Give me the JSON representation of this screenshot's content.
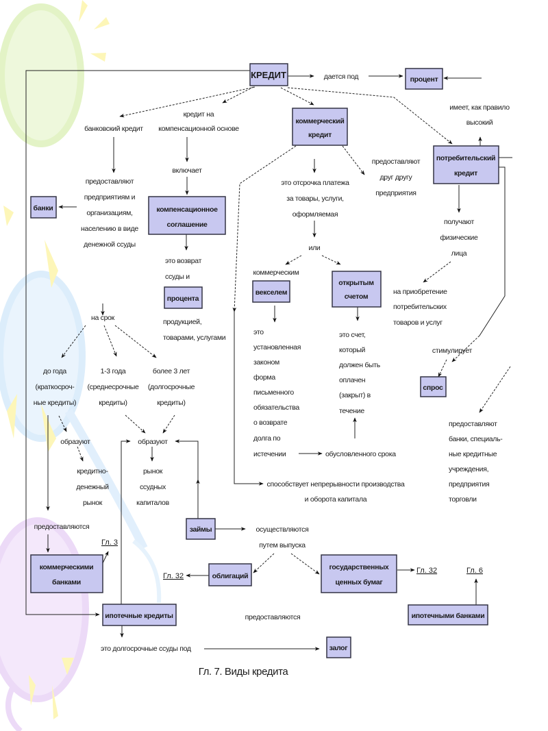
{
  "diagram": {
    "caption": "Гл. 7. Виды кредита",
    "colors": {
      "box_fill": "#c8c8f0",
      "box_stroke": "#333344",
      "line": "#222222",
      "bg_balloon_green": "#eef8dc",
      "bg_balloon_blue": "#e6f2fc",
      "bg_balloon_purple": "#f3e6fa",
      "bg_ray_yellow": "#fdf6b8"
    },
    "boxes": {
      "kredit": "КРЕДИТ",
      "procent": "процент",
      "kommercheskiy": [
        "коммерческий",
        "кредит"
      ],
      "potrebitelskiy": [
        "потребительский",
        "кредит"
      ],
      "banki": "банки",
      "kompensacionnoe": [
        "компенсационное",
        "соглашение"
      ],
      "procenta": "процента",
      "vekselem": "векселем",
      "otkrytym": [
        "открытым",
        "счетом"
      ],
      "spros": "спрос",
      "zaymy": "займы",
      "kommercheskimi_bankami": [
        "коммерческими",
        "банками"
      ],
      "obligaciy": "облигаций",
      "gos_bumag": [
        "государственных",
        "ценных бумаг"
      ],
      "ipotechnye": "ипотечные кредиты",
      "ipotechnymi_bankami": "ипотечными банками",
      "zalog": "залог"
    },
    "labels": {
      "daetsya_pod": "дается под",
      "imeet_vysokiy": [
        "имеет, как правило",
        "высокий"
      ],
      "bankovskiy": "банковский кредит",
      "kredit_na_komp": [
        "кредит на",
        "компенсационной основе"
      ],
      "vklyuchaet": "включает",
      "predostavlyayut_banki": [
        "предоставляют",
        "предприятиям и",
        "организациям,",
        "населению в виде",
        "денежной ссуды"
      ],
      "vozvrat_ssudy": [
        "это возврат",
        "ссуды и"
      ],
      "produkciey": [
        "продукцией,",
        "товарами, услугами"
      ],
      "otsrochka": [
        "это отсрочка платежа",
        "за товары, услуги,",
        "оформляемая"
      ],
      "predostavlyayut_drug": [
        "предоставляют",
        "друг другу",
        "предприятия"
      ],
      "ili": "или",
      "kommercheskim": "коммерческим",
      "poluchayut": [
        "получают",
        "физические",
        "лица"
      ],
      "na_priobretenie": [
        "на приобретение",
        "потребительских",
        "товаров и услуг"
      ],
      "stimuliruet": "стимулирует",
      "veksel_desc": [
        "это",
        "установленная",
        "законом",
        "форма",
        "письменного",
        "обязательства",
        "о возврате",
        "долга по",
        "истечении"
      ],
      "schet_desc": [
        "это счет,",
        "который",
        "должен быть",
        "оплачен",
        "(закрыт) в",
        "течение"
      ],
      "obuslovlennogo": "обусловленного срока",
      "sposobstvuet": [
        "способствует непрерывности производства",
        "и оборота капитала"
      ],
      "na_srok": "на срок",
      "do_goda": [
        "до года",
        "(краткосроч-",
        "ные кредиты)"
      ],
      "1_3_goda": [
        "1-3 года",
        "(среднесрочные",
        "кредиты)"
      ],
      "bolee_3": [
        "более 3 лет",
        "(долгосрочные",
        "кредиты)"
      ],
      "obrazuyut_1": "образуют",
      "kreditno_denezhnyy": [
        "кредитно-",
        "денежный",
        "рынок"
      ],
      "obrazuyut_2": "образуют",
      "rynok_ssudnyh": [
        "рынок",
        "ссудных",
        "капиталов"
      ],
      "predostavlyayutsya_1": "предоставляются",
      "predostavlyayut_spec": [
        "предоставляют",
        "банки, специаль-",
        "ные кредитные",
        "учреждения,",
        "предприятия",
        "торговли"
      ],
      "osushchestvlyayutsya": [
        "осуществляются",
        "путем выпуска"
      ],
      "predostavlyayutsya_2": "предоставляются",
      "dolgosrochnye_ssudy": "это долгосрочные ссуды под"
    },
    "refs": {
      "gl3": "Гл. 3",
      "gl32_left": "Гл. 32",
      "gl32_right": "Гл. 32",
      "gl6": "Гл. 6"
    }
  }
}
